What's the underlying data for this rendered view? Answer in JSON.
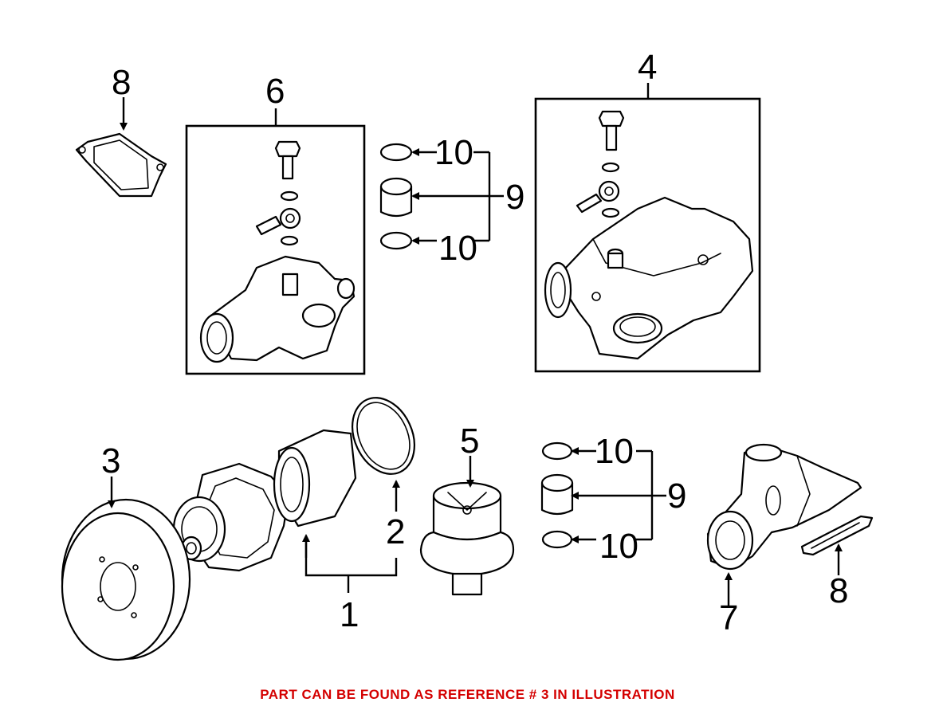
{
  "callouts": {
    "pump": "1",
    "gasket": "2",
    "pulley": "3",
    "housing_right": "4",
    "thermostat": "5",
    "housing_left": "6",
    "outlet_pipe": "7",
    "gasket_top_left": "8",
    "gasket_bottom_right": "8",
    "sleeve_top": "9",
    "oring_top_upper": "10",
    "oring_top_lower": "10",
    "sleeve_bottom": "9",
    "oring_bottom_upper": "10",
    "oring_bottom_lower": "10"
  },
  "footer": {
    "note": "PART CAN BE FOUND AS REFERENCE # 3 IN ILLUSTRATION",
    "color": "#d40000"
  }
}
